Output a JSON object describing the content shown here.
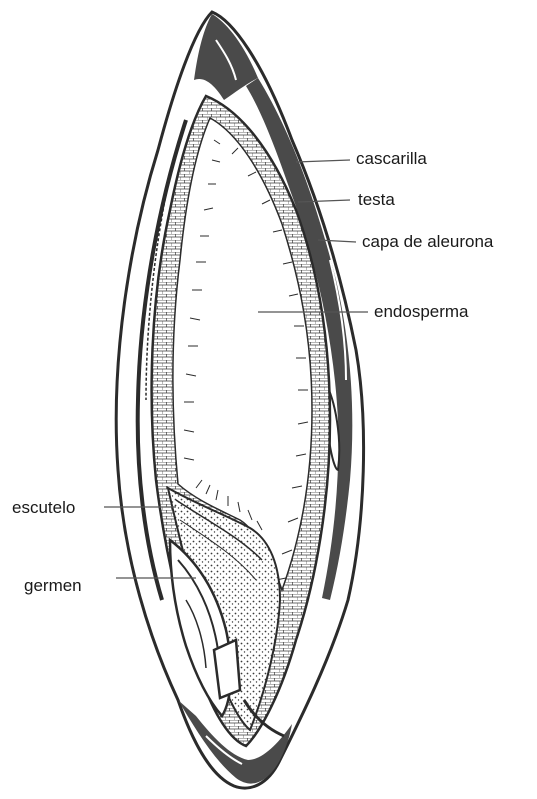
{
  "diagram": {
    "labels": {
      "cascarilla": "cascarilla",
      "testa": "testa",
      "capa_de_aleurona": "capa de aleurona",
      "endosperma": "endosperma",
      "escutelo": "escutelo",
      "germen": "germen"
    },
    "colors": {
      "ink": "#2b2b2b",
      "dark_fill": "#4a4a4a",
      "paper": "#ffffff"
    }
  }
}
